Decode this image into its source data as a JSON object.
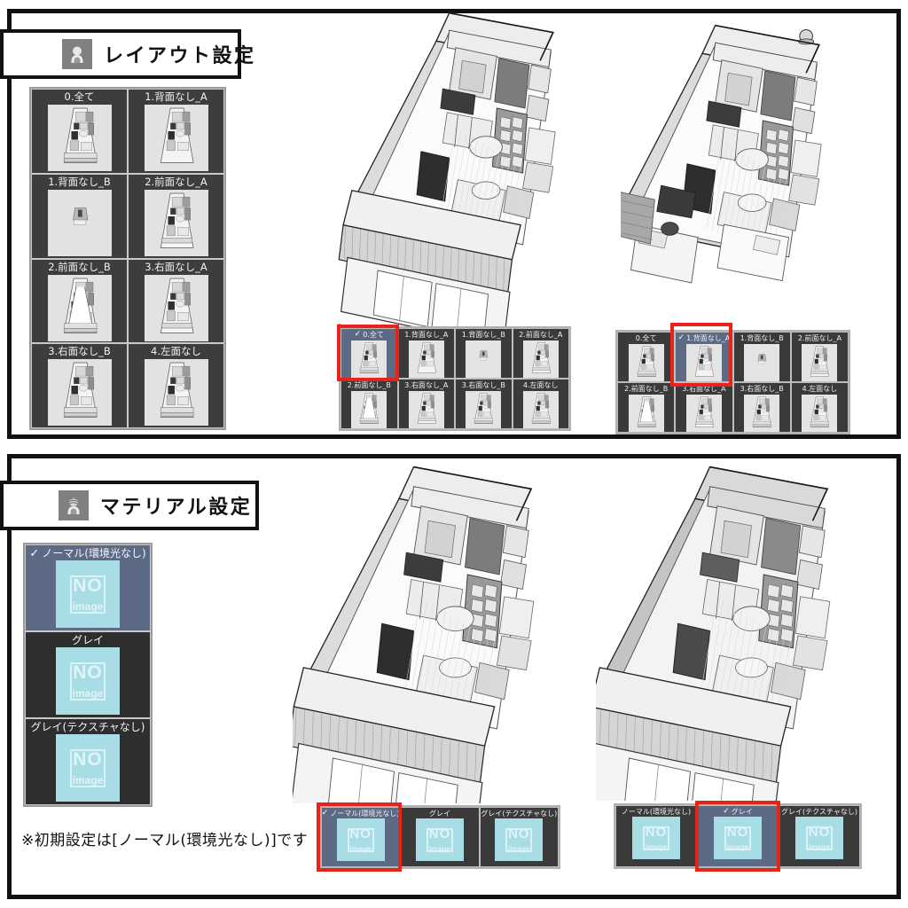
{
  "sections": {
    "layout": {
      "title": "レイアウト設定",
      "icon": "scene-head-icon"
    },
    "material": {
      "title": "マテリアル設定",
      "icon": "material-hand-icon",
      "note": "※初期設定は[ノーマル(環境光なし)]です"
    }
  },
  "layout_panel": {
    "items": [
      {
        "label": "0.全て"
      },
      {
        "label": "1.背面なし_A"
      },
      {
        "label": "1.背面なし_B"
      },
      {
        "label": "2.前面なし_A"
      },
      {
        "label": "2.前面なし_B"
      },
      {
        "label": "3.右面なし_A"
      },
      {
        "label": "3.右面なし_B"
      },
      {
        "label": "4.左面なし"
      }
    ]
  },
  "layout_strip_left": {
    "selected_index": 0,
    "check_mark": "✓",
    "items": [
      {
        "label": "0.全て"
      },
      {
        "label": "1.背面なし_A"
      },
      {
        "label": "1.背面なし_B"
      },
      {
        "label": "2.前面なし_A"
      },
      {
        "label": "2.前面なし_B"
      },
      {
        "label": "3.右面なし_A"
      },
      {
        "label": "3.右面なし_B"
      },
      {
        "label": "4.左面なし"
      }
    ]
  },
  "layout_strip_right": {
    "selected_index": 1,
    "check_mark": "✓",
    "items": [
      {
        "label": "0.全て"
      },
      {
        "label": "1.背面なし_A"
      },
      {
        "label": "1.背面なし_B"
      },
      {
        "label": "2.前面なし_A"
      },
      {
        "label": "2.前面なし_B"
      },
      {
        "label": "3.右面なし_A"
      },
      {
        "label": "3.右面なし_B"
      },
      {
        "label": "4.左面なし"
      }
    ]
  },
  "material_panel": {
    "selected_index": 0,
    "check_mark": "✓",
    "items": [
      {
        "label": "ノーマル(環境光なし)"
      },
      {
        "label": "グレイ"
      },
      {
        "label": "グレイ(テクスチャなし)"
      }
    ]
  },
  "material_strip_left": {
    "selected_index": 0,
    "check_mark": "✓",
    "items": [
      {
        "label": "ノーマル(環境光なし)"
      },
      {
        "label": "グレイ"
      },
      {
        "label": "グレイ(テクスチャなし)"
      }
    ]
  },
  "material_strip_right": {
    "selected_index": 1,
    "check_mark": "✓",
    "items": [
      {
        "label": "ノーマル(環境光なし)"
      },
      {
        "label": "グレイ"
      },
      {
        "label": "グレイ(テクスチャなし)"
      }
    ]
  },
  "placeholder": {
    "line1": "NO",
    "line2": "image"
  },
  "colors": {
    "selection_highlight": "#e8231a",
    "selected_row": "#5d6a86",
    "panel_background": "#3d3d3d",
    "placeholder_fill": "#a8dde6",
    "frame_border": "#111111"
  },
  "renders": {
    "layout_left": {
      "caption": "3D apartment interior render - all walls"
    },
    "layout_right": {
      "caption": "3D apartment interior render - back wall hidden"
    },
    "material_left": {
      "caption": "3D apartment interior render - normal material"
    },
    "material_right": {
      "caption": "3D apartment interior render - grey material"
    }
  }
}
